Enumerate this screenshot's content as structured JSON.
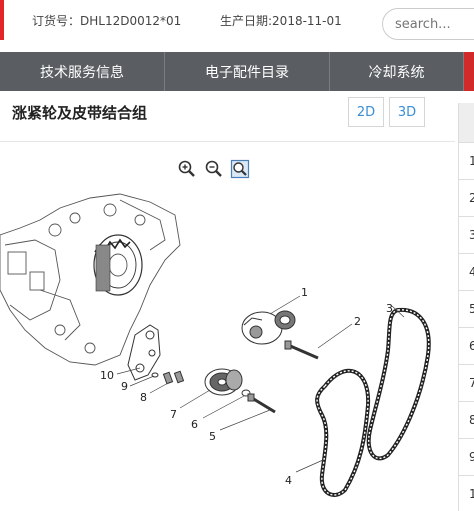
{
  "header": {
    "order_label": "订货号：DHL12D0012*01",
    "date_label": "生产日期:2018-11-01",
    "search_placeholder": "search..."
  },
  "nav": {
    "tabs": [
      "技术服务信息",
      "电子配件目录",
      "冷却系统"
    ]
  },
  "page": {
    "title": "涨紧轮及皮带结合组",
    "view_2d": "2D",
    "view_3d": "3D"
  },
  "tools": {
    "zoom_in": "zoom-in-icon",
    "zoom_out": "zoom-out-icon",
    "fit": "zoom-fit-icon"
  },
  "diagram": {
    "callouts": [
      "1",
      "2",
      "3",
      "4",
      "5",
      "6",
      "7",
      "8",
      "9",
      "10"
    ]
  },
  "parts_table": {
    "rows": [
      "1",
      "2",
      "3",
      "4",
      "5",
      "6",
      "7",
      "8",
      "9",
      "1"
    ]
  },
  "colors": {
    "brand_red": "#e0262b",
    "nav_bg": "#5a5e62",
    "link_blue": "#3a8ed6"
  }
}
